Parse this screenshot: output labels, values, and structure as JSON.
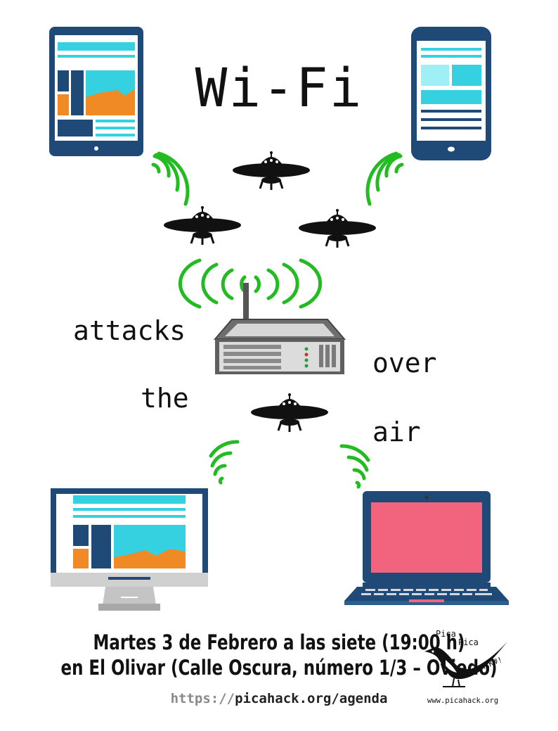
{
  "title": "Wi-Fi",
  "words": {
    "attacks": "attacks",
    "the": "the",
    "over": "over",
    "air": "air"
  },
  "event": {
    "line1": "Martes 3 de Febrero a las siete (19:00 h)",
    "line2": "en El Olivar (Calle Oscura, número 1/3 – Oviedo)"
  },
  "url": {
    "protocol": "https://",
    "path": "picahack.org/agenda"
  },
  "logo": {
    "top1": "Pica",
    "top2": "Pica",
    "tag": "HACK#!",
    "site": "www.picahack.org"
  },
  "colors": {
    "signal": "#22bb22",
    "device_frame": "#1f4a78",
    "cyan": "#36d1e0",
    "orange": "#f08a24",
    "laptop_screen": "#f2637e"
  }
}
